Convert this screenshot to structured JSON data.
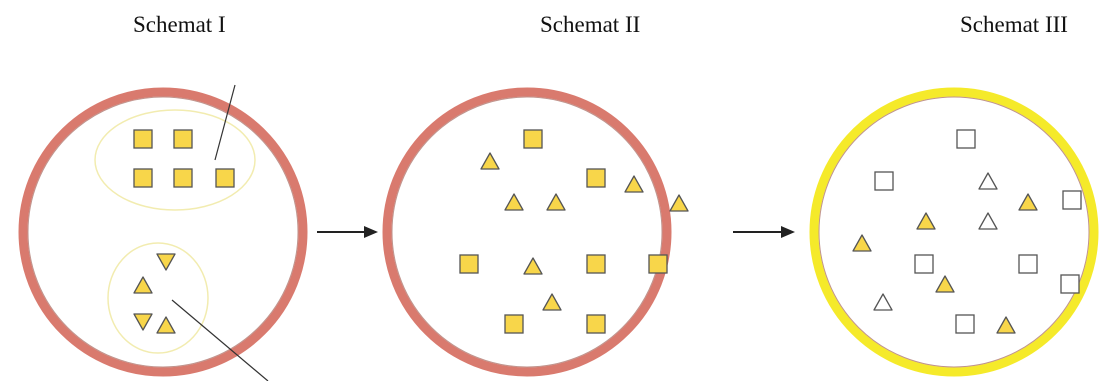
{
  "titles": [
    "Schemat I",
    "Schemat II",
    "Schemat III"
  ],
  "colors": {
    "cell_wall_red": "#d97a6e",
    "cell_wall_yellow": "#f5ea2a",
    "cell_inner_stroke": "#8c3b2e",
    "yellow_fill": "#f8d64a",
    "group_outline": "#f2ecb0",
    "empty_fill": "#ffffff",
    "shape_stroke": "#555555",
    "arrow": "#222222"
  },
  "icons": [
    "square-icon",
    "triangle-icon",
    "inverted-triangle-icon",
    "arrow-right-icon"
  ]
}
